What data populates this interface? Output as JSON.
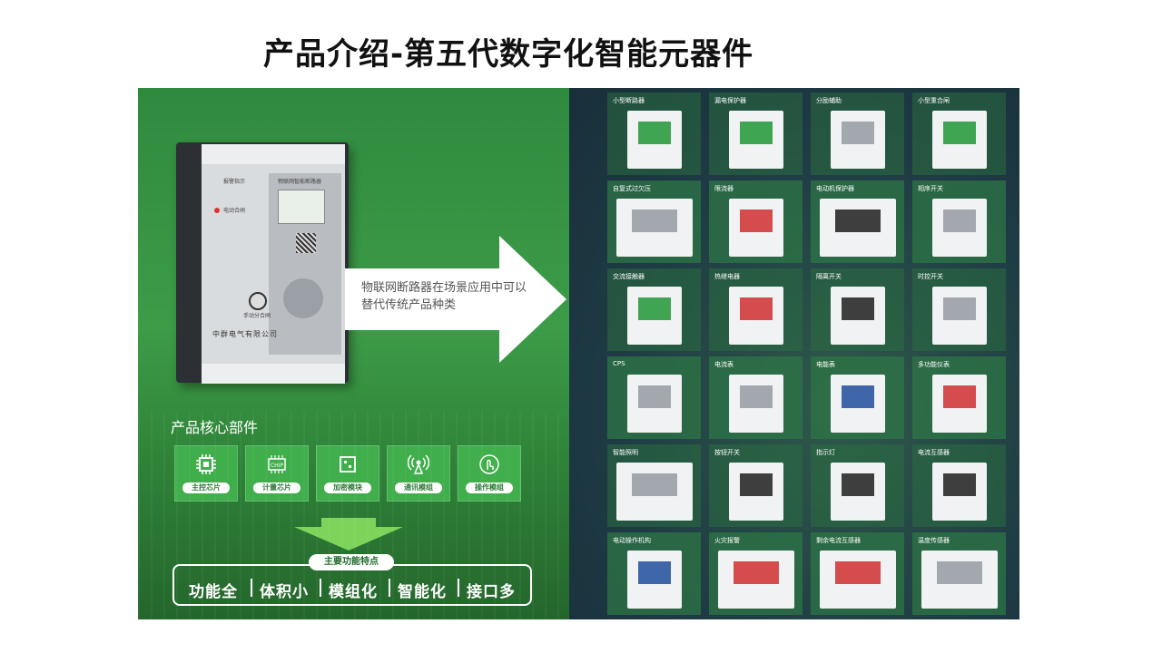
{
  "title": "产品介绍-第五代数字化智能元器件",
  "device": {
    "header": "物联网智能断路器",
    "brand": "中群电气有限公司",
    "manual_label": "手动分合闸",
    "remote_label": "电动合闸",
    "alarm_label": "报警指示"
  },
  "arrow_text": "物联网断路器在场景应用中可以替代传统产品种类",
  "core": {
    "title": "产品核心部件",
    "items": [
      {
        "label": "主控芯片",
        "icon": "cpu-icon"
      },
      {
        "label": "计量芯片",
        "icon": "chip-icon"
      },
      {
        "label": "加密模块",
        "icon": "module-icon"
      },
      {
        "label": "通讯模组",
        "icon": "antenna-icon"
      },
      {
        "label": "操作模组",
        "icon": "touch-icon"
      }
    ],
    "chip_text": "CHIP"
  },
  "features": {
    "label": "主要功能特点",
    "items": [
      "功能全",
      "体积小",
      "模组化",
      "智能化",
      "接口多"
    ]
  },
  "products": [
    "小型断路器",
    "漏电保护器",
    "分励辅助",
    "小型重合闸",
    "自复式过欠压",
    "限流器",
    "电动机保护器",
    "相序开关",
    "交流接触器",
    "热继电器",
    "隔离开关",
    "时控开关",
    "CPS",
    "电流表",
    "电能表",
    "多功能仪表",
    "智能照明",
    "按钮开关",
    "指示灯",
    "电流互感器",
    "电动操作机构",
    "火灾报警",
    "剩余电流互感器",
    "温度传感器"
  ],
  "colors": {
    "green": "#3c9c48",
    "dark": "#1f3a45"
  }
}
